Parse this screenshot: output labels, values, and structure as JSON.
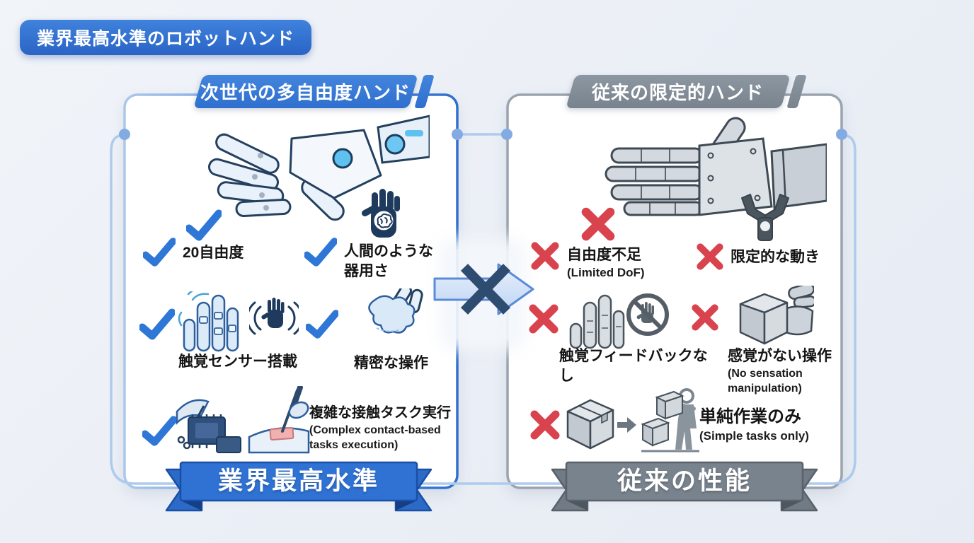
{
  "badge": {
    "label": "業界最高水準のロボットハンド"
  },
  "colors": {
    "background": "#edf0f6",
    "accent_blue": "#2f72d3",
    "accent_blue_dark": "#1b4fa5",
    "panel_border_blue_light": "#abc7ea",
    "panel_border_blue_dark": "#2f6fce",
    "panel_border_gray": "#9aa4af",
    "check_blue": "#2e77d6",
    "cross_red": "#d8434d",
    "header_gray": "#828c96",
    "ribbon_gray": "#79838d",
    "connector_blue": "#aecbed",
    "arrow_navy": "#2d4a6e"
  },
  "icons": {
    "check-icon": "blue checkmark stroke",
    "cross-icon": "red X stroke",
    "brain-hand-icon": "navy hand with brain in palm",
    "tactile-sensor-fingers-icon": "robot fingertips emitting signal arcs",
    "wave-hand-icon": "navy hand with vibration arcs",
    "precision-grip-icon": "robot fingers touching soft blob",
    "chip-assembly-icon": "microchip fine assembly",
    "surgical-task-icon": "scalpel cutting patch",
    "gripper-icon": "two-claw industrial gripper",
    "gray-fingers-icon": "plain gray fingers",
    "no-touch-icon": "hand in prohibition circle",
    "cube-grasp-icon": "gray hand grabbing cube",
    "box-icon": "cardboard box",
    "small-arrow-icon": "right arrow",
    "worker-icon": "person stacking boxes",
    "blocked-arrow-icon": "right arrow crossed by X"
  },
  "left_panel": {
    "header": "次世代の多自由度ハンド",
    "hand_illustration": "futuristic-blue-robot-hand",
    "ribbon": "業界最高水準",
    "features": [
      {
        "label": "20自由度"
      },
      {
        "label": "人間のような器用さ"
      },
      {
        "label": "触覚センサー搭載"
      },
      {
        "label": "精密な操作"
      },
      {
        "label": "複雑な接触タスク実行",
        "sublabel": "(Complex contact-based tasks execution)"
      }
    ]
  },
  "right_panel": {
    "header": "従来の限定的ハンド",
    "hand_illustration": "gray-mechanical-robot-hand",
    "ribbon": "従来の性能",
    "features": [
      {
        "label": "自由度不足",
        "sublabel": "(Limited DoF)"
      },
      {
        "label": "限定的な動き"
      },
      {
        "label": "触覚フィードバックなし"
      },
      {
        "label": "感覚がない操作",
        "sublabel": "(No sensation manipulation)"
      },
      {
        "label": "単純作業のみ",
        "sublabel": "(Simple tasks only)"
      }
    ]
  }
}
